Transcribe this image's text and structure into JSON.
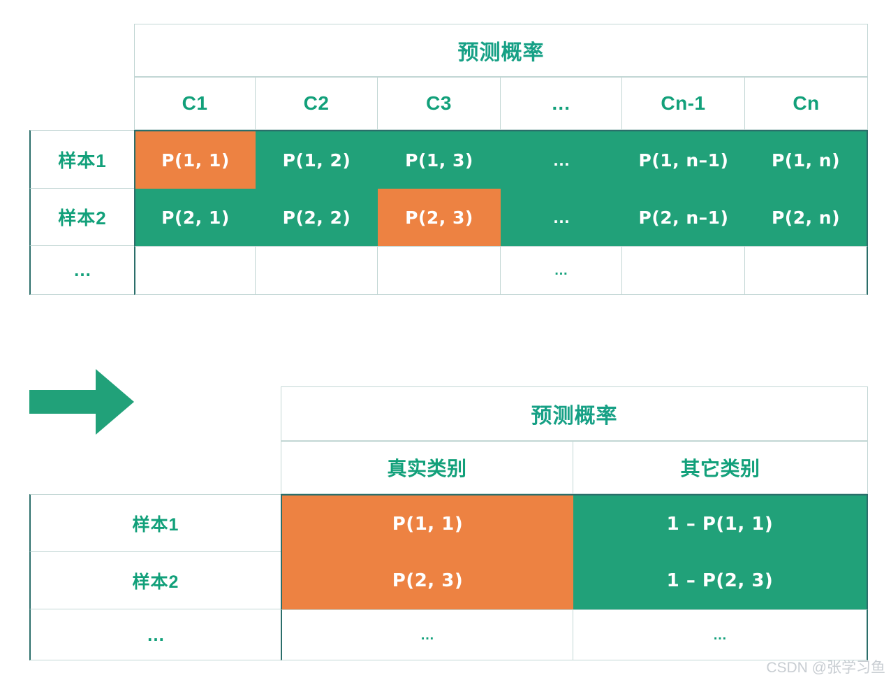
{
  "figure": {
    "title_top": "预测概率",
    "title_bottom": "预测概率",
    "arrow_icon": "right-arrow-icon",
    "watermark": "CSDN @张学习鱼",
    "colors": {
      "green": "#21a179",
      "orange": "#ed8242",
      "header_text": "#16a085",
      "grid_light": "#c2d6d4",
      "grid_dark": "#2b6e6a"
    }
  },
  "top_table": {
    "span_header": "预测概率",
    "corner_label": "",
    "columns": [
      "C1",
      "C2",
      "C3",
      "…",
      "Cn-1",
      "Cn"
    ],
    "rows": [
      {
        "label": "样本1",
        "cells": [
          {
            "text": "P(1, 1)",
            "fill": "orange"
          },
          {
            "text": "P(1, 2)",
            "fill": "green"
          },
          {
            "text": "P(1, 3)",
            "fill": "green"
          },
          {
            "text": "…",
            "fill": "green"
          },
          {
            "text": "P(1, n–1)",
            "fill": "green"
          },
          {
            "text": "P(1, n)",
            "fill": "green"
          }
        ]
      },
      {
        "label": "样本2",
        "cells": [
          {
            "text": "P(2, 1)",
            "fill": "green"
          },
          {
            "text": "P(2, 2)",
            "fill": "green"
          },
          {
            "text": "P(2, 3)",
            "fill": "orange"
          },
          {
            "text": "…",
            "fill": "green"
          },
          {
            "text": "P(2, n–1)",
            "fill": "green"
          },
          {
            "text": "P(2, n)",
            "fill": "green"
          }
        ]
      },
      {
        "label": "…",
        "cells": [
          {
            "text": "",
            "fill": "white"
          },
          {
            "text": "",
            "fill": "white"
          },
          {
            "text": "",
            "fill": "white"
          },
          {
            "text": "…",
            "fill": "white"
          },
          {
            "text": "",
            "fill": "white"
          },
          {
            "text": "",
            "fill": "white"
          }
        ]
      }
    ]
  },
  "bottom_table": {
    "span_header": "预测概率",
    "columns": [
      "真实类别",
      "其它类别"
    ],
    "rows": [
      {
        "label": "样本1",
        "cells": [
          {
            "text": "P(1, 1)",
            "fill": "orange"
          },
          {
            "text": "1 – P(1, 1)",
            "fill": "green"
          }
        ]
      },
      {
        "label": "样本2",
        "cells": [
          {
            "text": "P(2, 3)",
            "fill": "orange"
          },
          {
            "text": "1 – P(2, 3)",
            "fill": "green"
          }
        ]
      },
      {
        "label": "…",
        "cells": [
          {
            "text": "…",
            "fill": "white"
          },
          {
            "text": "…",
            "fill": "white"
          }
        ]
      }
    ]
  }
}
